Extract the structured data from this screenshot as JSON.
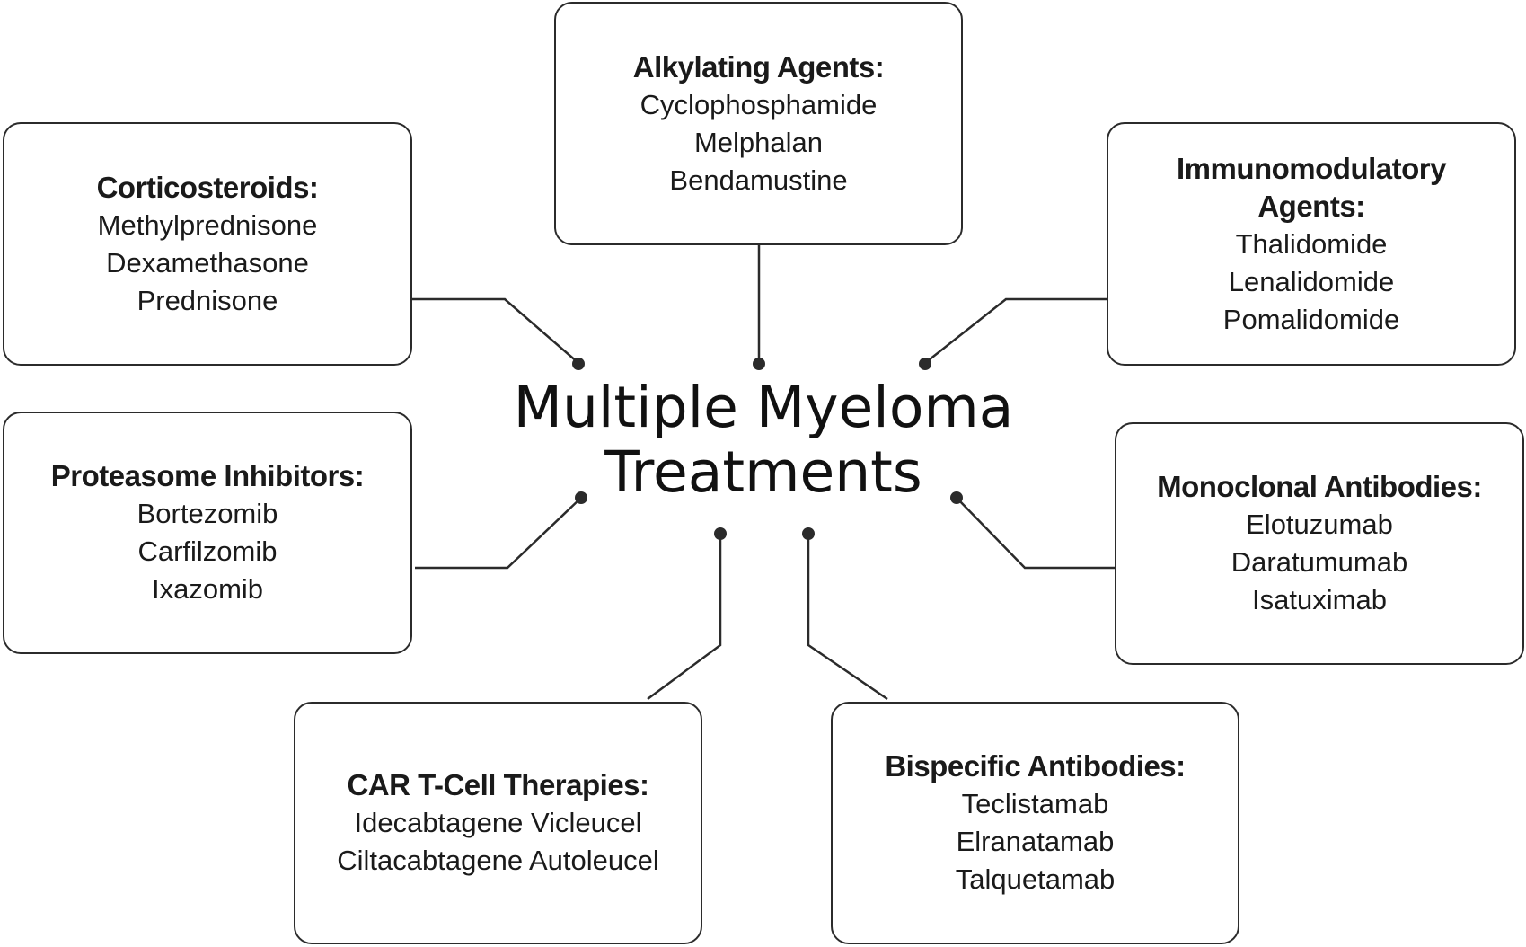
{
  "diagram": {
    "center": {
      "line1": "Multiple Myeloma",
      "line2": "Treatments"
    },
    "categories": {
      "alkylating": {
        "title": "Alkylating Agents:",
        "items": [
          "Cyclophosphamide",
          "Melphalan",
          "Bendamustine"
        ]
      },
      "corticosteroids": {
        "title": "Corticosteroids:",
        "items": [
          "Methylprednisone",
          "Dexamethasone",
          "Prednisone"
        ]
      },
      "immunomodulatory": {
        "title_line1": "Immunomodulatory",
        "title_line2": "Agents:",
        "items": [
          "Thalidomide",
          "Lenalidomide",
          "Pomalidomide"
        ]
      },
      "proteasome": {
        "title": "Proteasome Inhibitors:",
        "items": [
          "Bortezomib",
          "Carfilzomib",
          "Ixazomib"
        ]
      },
      "monoclonal": {
        "title": "Monoclonal Antibodies:",
        "items": [
          "Elotuzumab",
          "Daratumumab",
          "Isatuximab"
        ]
      },
      "car_t": {
        "title": "CAR T-Cell Therapies:",
        "items": [
          "Idecabtagene Vicleucel",
          "Ciltacabtagene Autoleucel"
        ]
      },
      "bispecific": {
        "title": "Bispecific Antibodies:",
        "items": [
          "Teclistamab",
          "Elranatamab",
          "Talquetamab"
        ]
      }
    },
    "colors": {
      "border": "#2b2b2b",
      "connector": "#2b2b2b",
      "text": "#1a1a1a",
      "background": "#ffffff"
    }
  }
}
